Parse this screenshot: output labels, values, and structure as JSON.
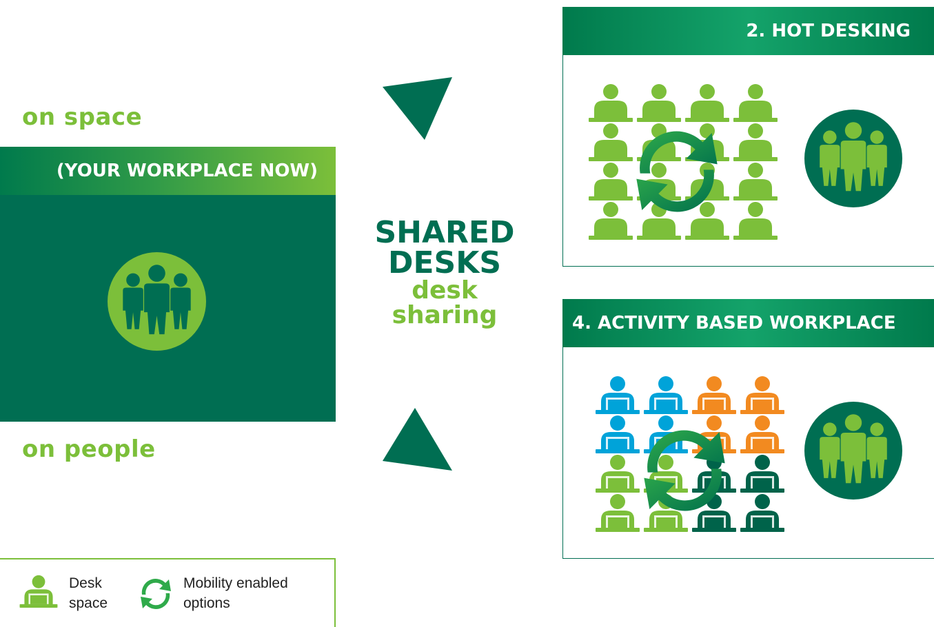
{
  "left": {
    "label_top": "on space",
    "header": "(YOUR WORKPLACE NOW)",
    "label_bottom": "on people"
  },
  "center": {
    "line1": "SHARED",
    "line2": "DESKS",
    "line3": "desk",
    "line4": "sharing"
  },
  "panel_hot": {
    "title": "2. HOT DESKING"
  },
  "panel_activity": {
    "title": "4. ACTIVITY BASED WORKPLACE"
  },
  "legend": {
    "desk_line1": "Desk",
    "desk_line2": "space",
    "mobility_line1": "Mobility enabled",
    "mobility_line2": "options"
  },
  "colors": {
    "dark_green": "#006e52",
    "light_green": "#7cbf3a",
    "blue": "#00a3d9",
    "orange": "#f28a20",
    "teal": "#00634a"
  },
  "activity_grid_colors": [
    [
      "blue",
      "blue",
      "orange",
      "orange"
    ],
    [
      "blue",
      "blue",
      "orange",
      "orange"
    ],
    [
      "light_green",
      "light_green",
      "teal",
      "teal"
    ],
    [
      "light_green",
      "light_green",
      "teal",
      "teal"
    ]
  ]
}
